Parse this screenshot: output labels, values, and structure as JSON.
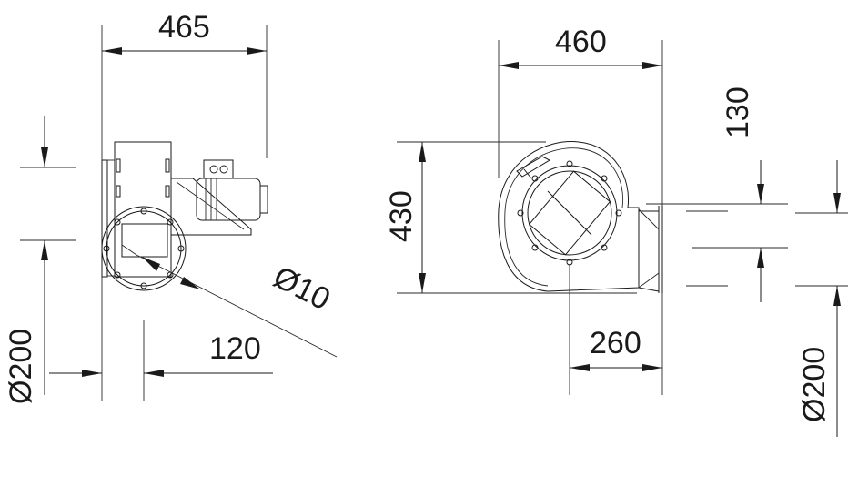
{
  "dimensions": {
    "side_width": "465",
    "front_width": "460",
    "height": "430",
    "outlet_offset": "130",
    "inlet_diameter": "Ø200",
    "shaft_offset": "120",
    "hole_diameter": "Ø10",
    "outlet_depth": "260",
    "outlet_diameter": "Ø200"
  }
}
